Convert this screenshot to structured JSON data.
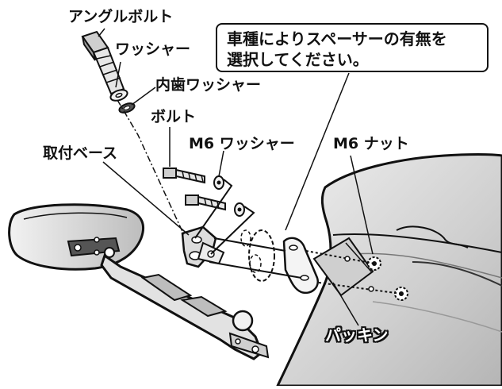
{
  "labels": {
    "angle_bolt": "アングルボルト",
    "washer": "ワッシャー",
    "inner_tooth_washer": "内歯ワッシャー",
    "bolt": "ボルト",
    "mount_base": "取付ベース",
    "m6_washer": "M6 ワッシャー",
    "m6_nut": "M6 ナット",
    "packing": "パッキン"
  },
  "note": {
    "line1": "車種によりスペーサーの有無を",
    "line2": "選択してください。"
  },
  "colors": {
    "ink": "#111111",
    "screen_fill": "#d9d9d9",
    "screen_dark": "#bdbdbd",
    "part_fill": "#e6e6e6",
    "mirror_fill": "#d0d0d0"
  }
}
